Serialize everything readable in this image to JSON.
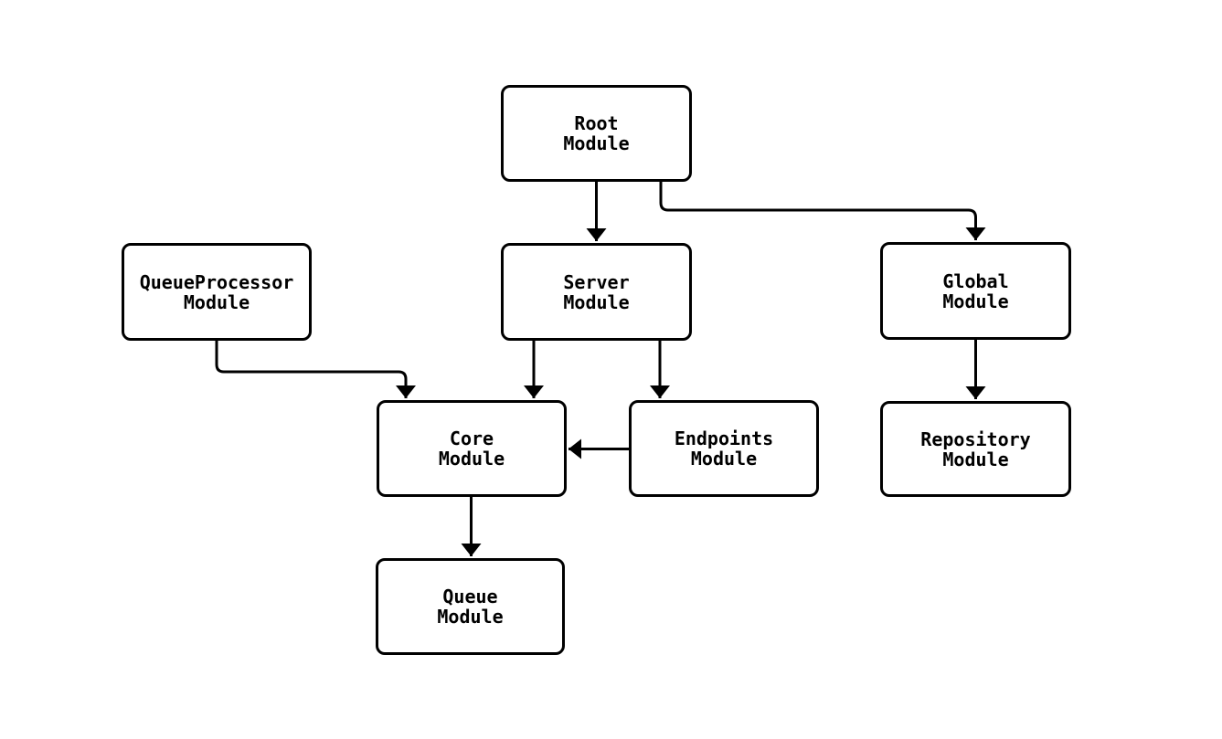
{
  "diagram": {
    "type": "flowchart",
    "direction": "top-down",
    "colors": {
      "background": "#ffffff",
      "node_fill": "#ffffff",
      "node_border": "#000000",
      "edge": "#000000",
      "text": "#000000"
    },
    "nodes": {
      "root": {
        "line1": "Root",
        "line2": "Module"
      },
      "queue_processor": {
        "line1": "QueueProcessor",
        "line2": "Module"
      },
      "server": {
        "line1": "Server",
        "line2": "Module"
      },
      "global": {
        "line1": "Global",
        "line2": "Module"
      },
      "core": {
        "line1": "Core",
        "line2": "Module"
      },
      "endpoints": {
        "line1": "Endpoints",
        "line2": "Module"
      },
      "repository": {
        "line1": "Repository",
        "line2": "Module"
      },
      "queue": {
        "line1": "Queue",
        "line2": "Module"
      }
    },
    "edges": [
      {
        "from": "Root Module",
        "to": "Server Module"
      },
      {
        "from": "Root Module",
        "to": "Global Module"
      },
      {
        "from": "QueueProcessor Module",
        "to": "Core Module"
      },
      {
        "from": "Server Module",
        "to": "Core Module"
      },
      {
        "from": "Server Module",
        "to": "Endpoints Module"
      },
      {
        "from": "Endpoints Module",
        "to": "Core Module"
      },
      {
        "from": "Global Module",
        "to": "Repository Module"
      },
      {
        "from": "Core Module",
        "to": "Queue Module"
      }
    ]
  }
}
